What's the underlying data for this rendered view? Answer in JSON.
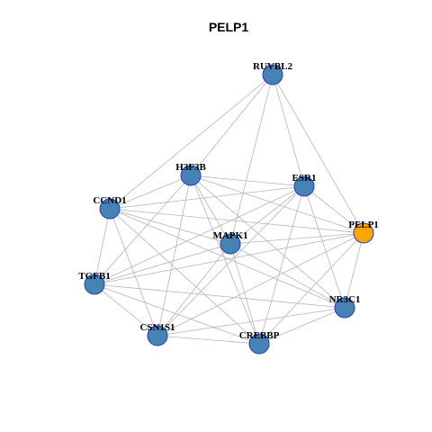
{
  "title": "PELP1",
  "colors": {
    "node_fill": "#4682b4",
    "node_stroke": "#1f3fc4",
    "focus_fill": "#ffa500",
    "focus_stroke": "#1f3fc4",
    "edge": "#b5b5b5"
  },
  "nodes": [
    {
      "id": "RUVBL2",
      "label": "RUVBL2",
      "focus": false
    },
    {
      "id": "H3F3B",
      "label": "H3F3B",
      "focus": false
    },
    {
      "id": "ESR1",
      "label": "ESR1",
      "focus": false
    },
    {
      "id": "CCND1",
      "label": "CCND1",
      "focus": false
    },
    {
      "id": "PELP1",
      "label": "PELP1",
      "focus": true
    },
    {
      "id": "MAPK1",
      "label": "MAPK1",
      "focus": false
    },
    {
      "id": "TGFB1",
      "label": "TGFB1",
      "focus": false
    },
    {
      "id": "NR3C1",
      "label": "NR3C1",
      "focus": false
    },
    {
      "id": "CSN1S1",
      "label": "CSN1S1",
      "focus": false
    },
    {
      "id": "CREBBP",
      "label": "CREBBP",
      "focus": false
    }
  ],
  "edges": [
    [
      "RUVBL2",
      "CCND1"
    ],
    [
      "RUVBL2",
      "H3F3B"
    ],
    [
      "RUVBL2",
      "MAPK1"
    ],
    [
      "RUVBL2",
      "ESR1"
    ],
    [
      "RUVBL2",
      "PELP1"
    ],
    [
      "H3F3B",
      "CCND1"
    ],
    [
      "H3F3B",
      "ESR1"
    ],
    [
      "H3F3B",
      "PELP1"
    ],
    [
      "H3F3B",
      "MAPK1"
    ],
    [
      "H3F3B",
      "TGFB1"
    ],
    [
      "H3F3B",
      "CSN1S1"
    ],
    [
      "H3F3B",
      "CREBBP"
    ],
    [
      "H3F3B",
      "NR3C1"
    ],
    [
      "ESR1",
      "CCND1"
    ],
    [
      "ESR1",
      "PELP1"
    ],
    [
      "ESR1",
      "MAPK1"
    ],
    [
      "ESR1",
      "TGFB1"
    ],
    [
      "ESR1",
      "CSN1S1"
    ],
    [
      "ESR1",
      "CREBBP"
    ],
    [
      "ESR1",
      "NR3C1"
    ],
    [
      "CCND1",
      "PELP1"
    ],
    [
      "CCND1",
      "MAPK1"
    ],
    [
      "CCND1",
      "TGFB1"
    ],
    [
      "CCND1",
      "CSN1S1"
    ],
    [
      "CCND1",
      "CREBBP"
    ],
    [
      "CCND1",
      "NR3C1"
    ],
    [
      "PELP1",
      "MAPK1"
    ],
    [
      "PELP1",
      "TGFB1"
    ],
    [
      "PELP1",
      "CSN1S1"
    ],
    [
      "PELP1",
      "CREBBP"
    ],
    [
      "PELP1",
      "NR3C1"
    ],
    [
      "MAPK1",
      "TGFB1"
    ],
    [
      "MAPK1",
      "CSN1S1"
    ],
    [
      "MAPK1",
      "CREBBP"
    ],
    [
      "MAPK1",
      "NR3C1"
    ],
    [
      "TGFB1",
      "CSN1S1"
    ],
    [
      "TGFB1",
      "CREBBP"
    ],
    [
      "TGFB1",
      "NR3C1"
    ],
    [
      "CSN1S1",
      "CREBBP"
    ],
    [
      "CSN1S1",
      "NR3C1"
    ],
    [
      "CREBBP",
      "NR3C1"
    ]
  ]
}
